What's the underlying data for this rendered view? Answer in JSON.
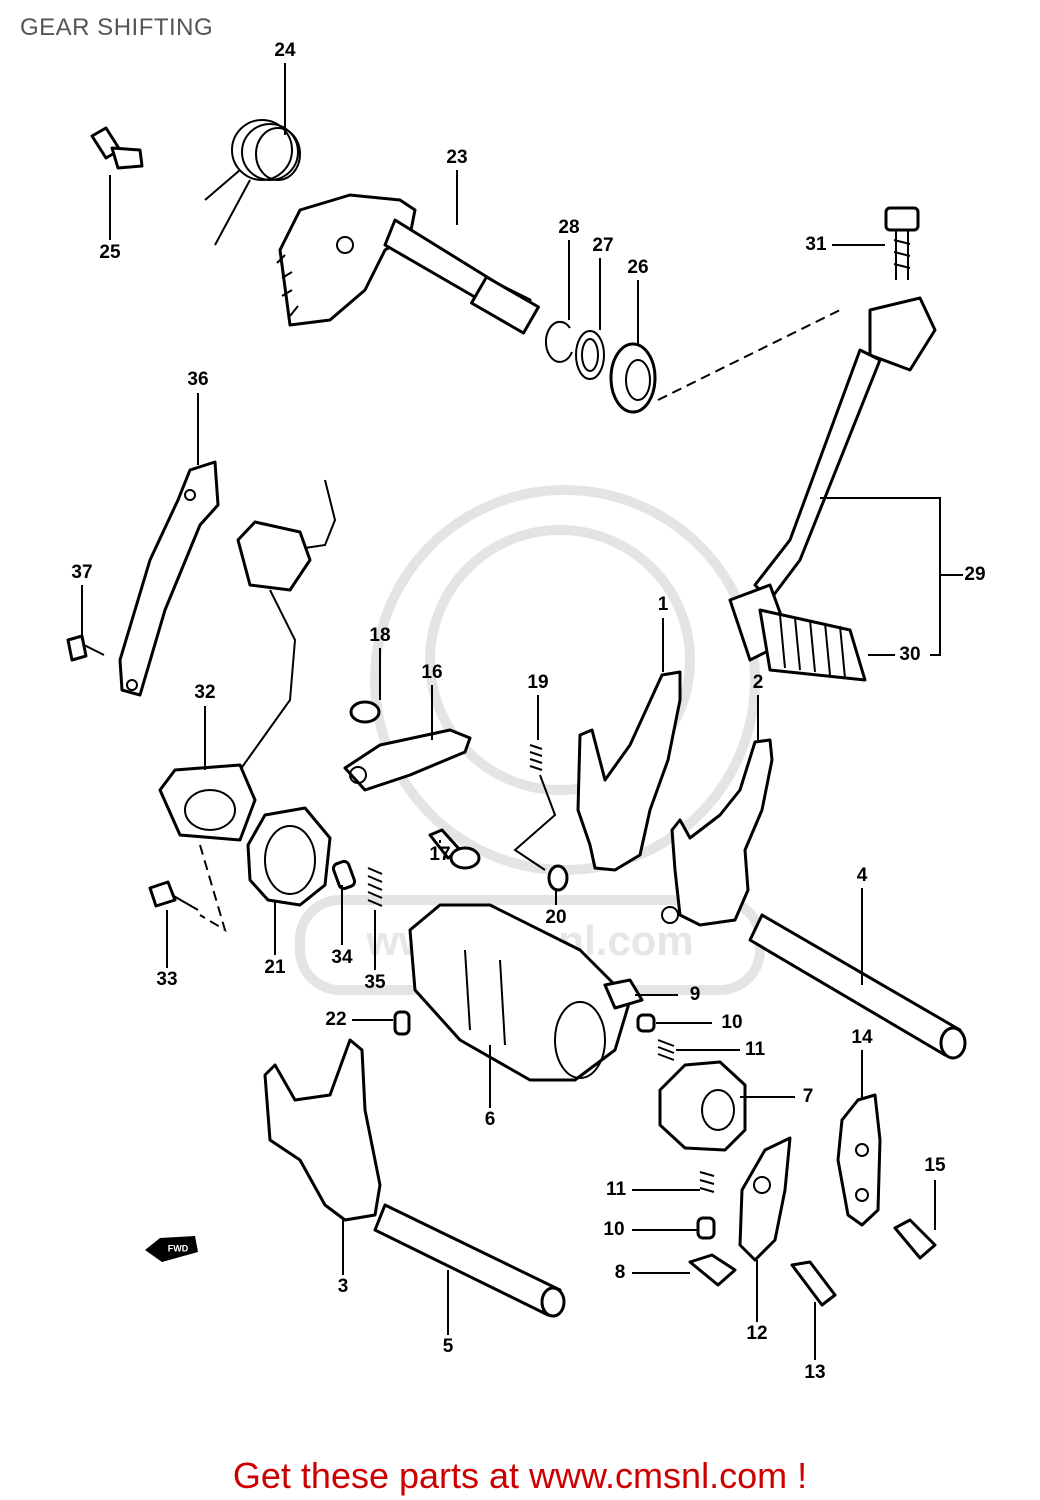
{
  "title": "GEAR SHIFTING",
  "footer": "Get these parts at www.cmsnl.com !",
  "watermark": {
    "text": "www.cmsnl.com",
    "color": "#e4e4e4"
  },
  "callouts": [
    "1",
    "2",
    "3",
    "4",
    "5",
    "6",
    "7",
    "8",
    "9",
    "10",
    "10",
    "11",
    "11",
    "12",
    "13",
    "14",
    "15",
    "16",
    "17",
    "18",
    "19",
    "20",
    "21",
    "22",
    "23",
    "24",
    "25",
    "26",
    "27",
    "28",
    "29",
    "30",
    "31",
    "32",
    "33",
    "34",
    "35",
    "36",
    "37"
  ],
  "fwd_marker": "FWD",
  "colors": {
    "title": "#555555",
    "footer": "#cc0000",
    "lines": "#000000"
  }
}
